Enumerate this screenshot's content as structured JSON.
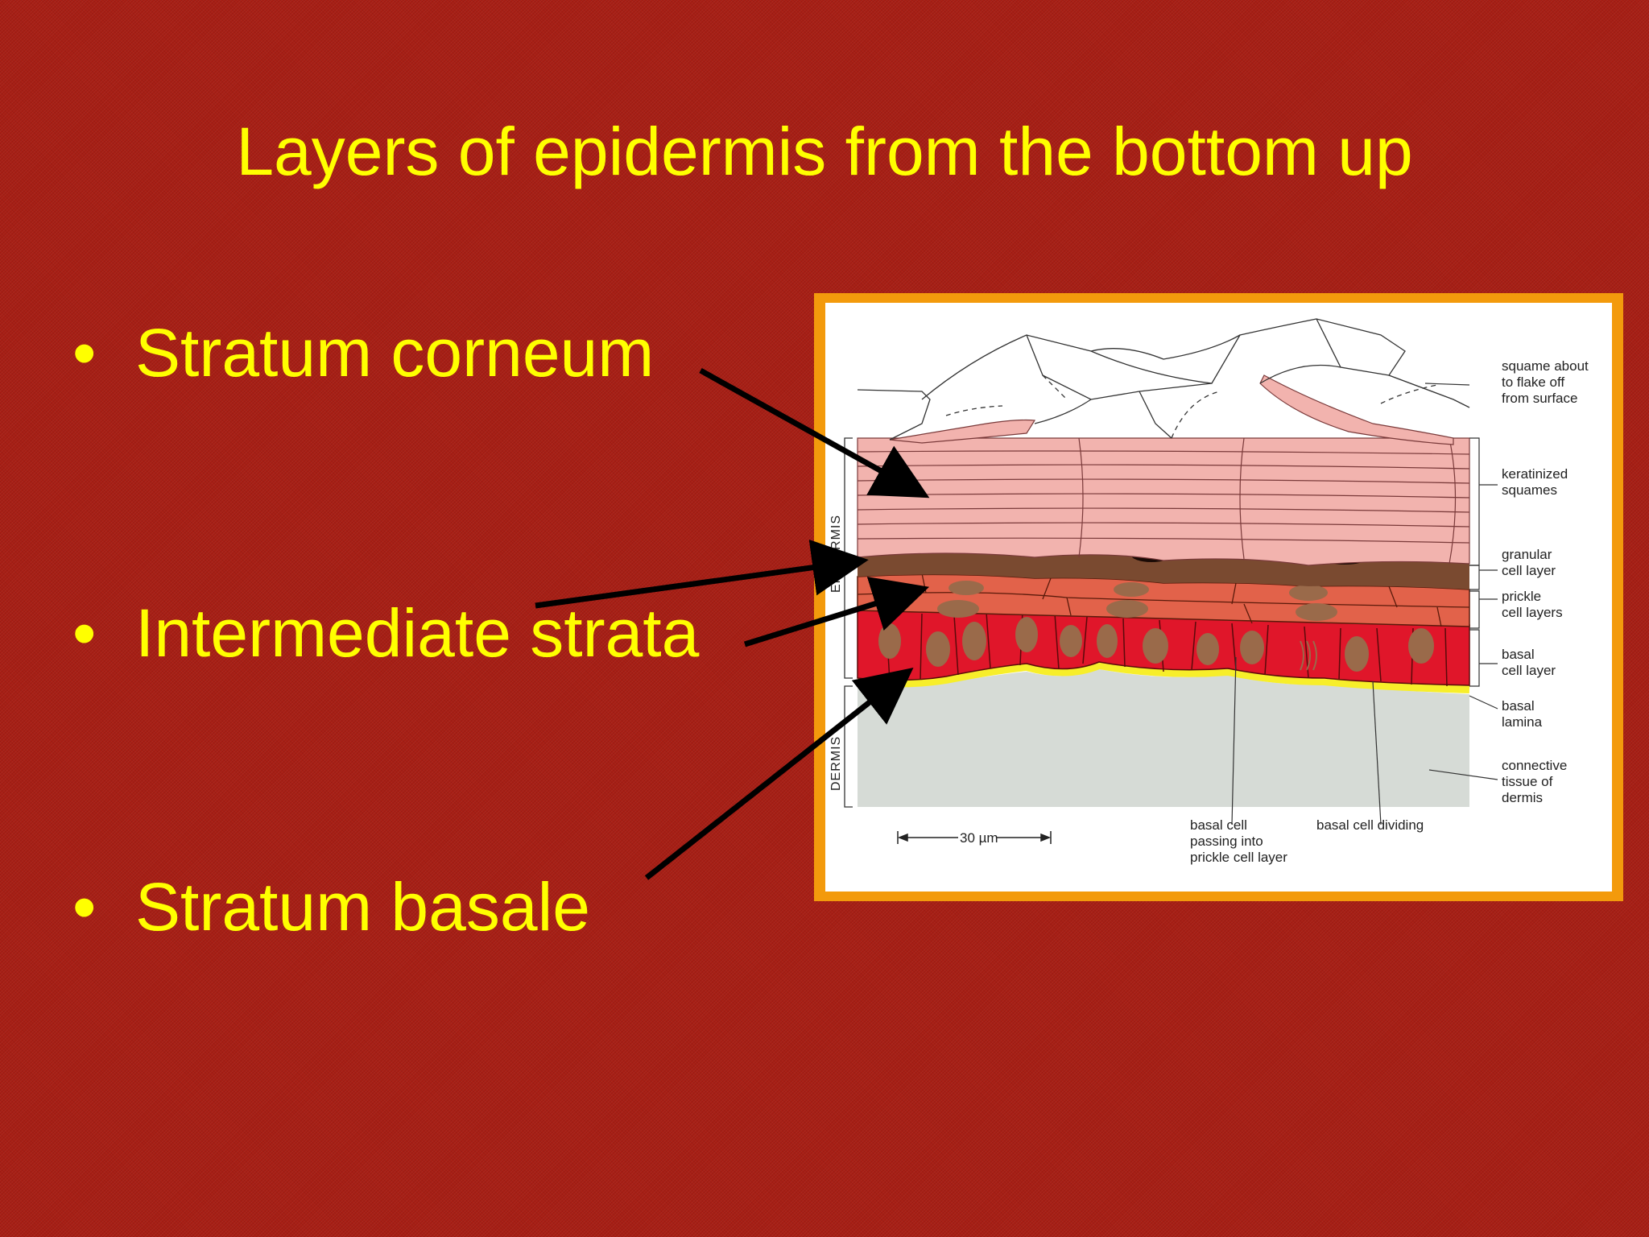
{
  "slide": {
    "title": "Layers of epidermis from the bottom up",
    "bullets": [
      {
        "text": "Stratum corneum"
      },
      {
        "text": "Intermediate strata"
      },
      {
        "text": "Stratum basale"
      }
    ],
    "bullet_symbol": "•"
  },
  "figure": {
    "labels": {
      "squame_1": "squame about",
      "squame_2": "to flake off",
      "squame_3": "from surface",
      "keratinized_1": "keratinized",
      "keratinized_2": "squames",
      "granular_1": "granular",
      "granular_2": "cell layer",
      "prickle_1": "prickle",
      "prickle_2": "cell layers",
      "basal_1": "basal",
      "basal_2": "cell layer",
      "lamina_1": "basal",
      "lamina_2": "lamina",
      "connective_1": "connective",
      "connective_2": "tissue of",
      "connective_3": "dermis",
      "passing_1": "basal cell",
      "passing_2": "passing into",
      "passing_3": "prickle cell layer",
      "dividing": "basal cell dividing",
      "scale_bar": "30 µm",
      "epidermis": "EPIDERMIS",
      "dermis": "DERMIS"
    }
  },
  "colors": {
    "background": "#a71e14",
    "text": "#ffff00",
    "frame": "#f39a0c",
    "keratin": "#f2b3ae",
    "granular": "#7a4a30",
    "prickle": "#e2624a",
    "basal": "#e0162a",
    "nucleus": "#9a6a4a",
    "lamina": "#f7ee2a",
    "dermis": "#d6dbd6"
  }
}
